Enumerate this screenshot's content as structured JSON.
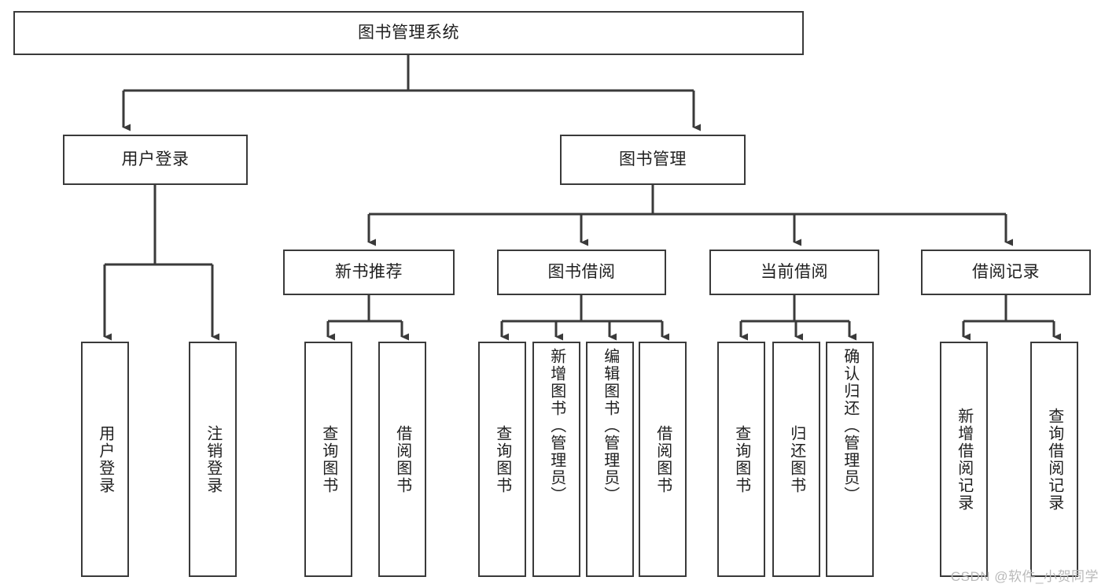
{
  "diagram": {
    "title": "图书管理系统",
    "type": "tree",
    "watermark": "CSDN @软件_小贺同学",
    "stroke_color": "#3a3a3a",
    "fill_color": "#ffffff",
    "text_color": "#1f1f1f"
  },
  "root": {
    "label": "图书管理系统"
  },
  "level2": [
    {
      "label": "用户登录"
    },
    {
      "label": "图书管理"
    }
  ],
  "level3": [
    {
      "label": "新书推荐"
    },
    {
      "label": "图书借阅"
    },
    {
      "label": "当前借阅"
    },
    {
      "label": "借阅记录"
    }
  ],
  "leaves": {
    "user_login": [
      {
        "label": "用户登录"
      },
      {
        "label": "注销登录"
      }
    ],
    "new_book_recommend": [
      {
        "label": "查询图书"
      },
      {
        "label": "借阅图书"
      }
    ],
    "book_borrow": [
      {
        "label": "查询图书"
      },
      {
        "label": "新增图书（管理员）"
      },
      {
        "label": "编辑图书（管理员）"
      },
      {
        "label": "借阅图书"
      }
    ],
    "current_borrow": [
      {
        "label": "查询图书"
      },
      {
        "label": "归还图书"
      },
      {
        "label": "确认归还（管理员）"
      }
    ],
    "borrow_records": [
      {
        "label": "新增借阅记录"
      },
      {
        "label": "查询借阅记录"
      }
    ]
  }
}
